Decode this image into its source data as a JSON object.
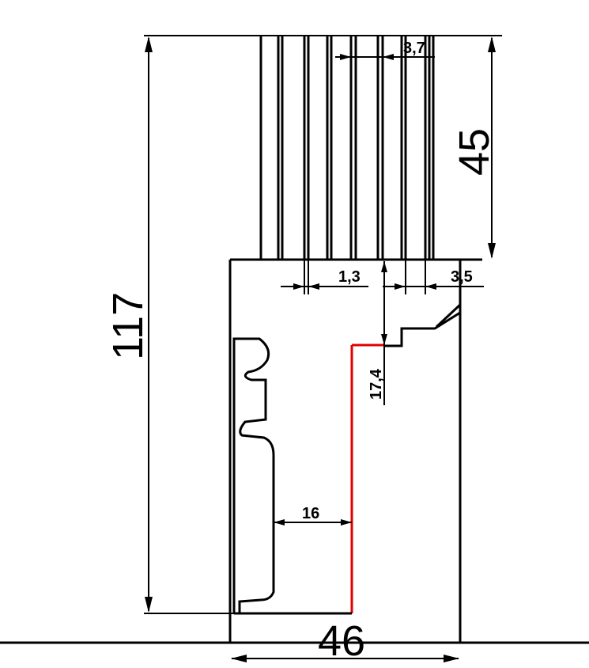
{
  "dimensions": {
    "overall_height": "117",
    "fin_height": "45",
    "fin_pitch": "3,7",
    "fin_gap": "1,3",
    "step_width": "3,5",
    "step_depth": "17,4",
    "inner_width": "16",
    "overall_width": "46"
  },
  "colors": {
    "line": "#000000",
    "highlight": "#e00000",
    "background": "#ffffff"
  }
}
